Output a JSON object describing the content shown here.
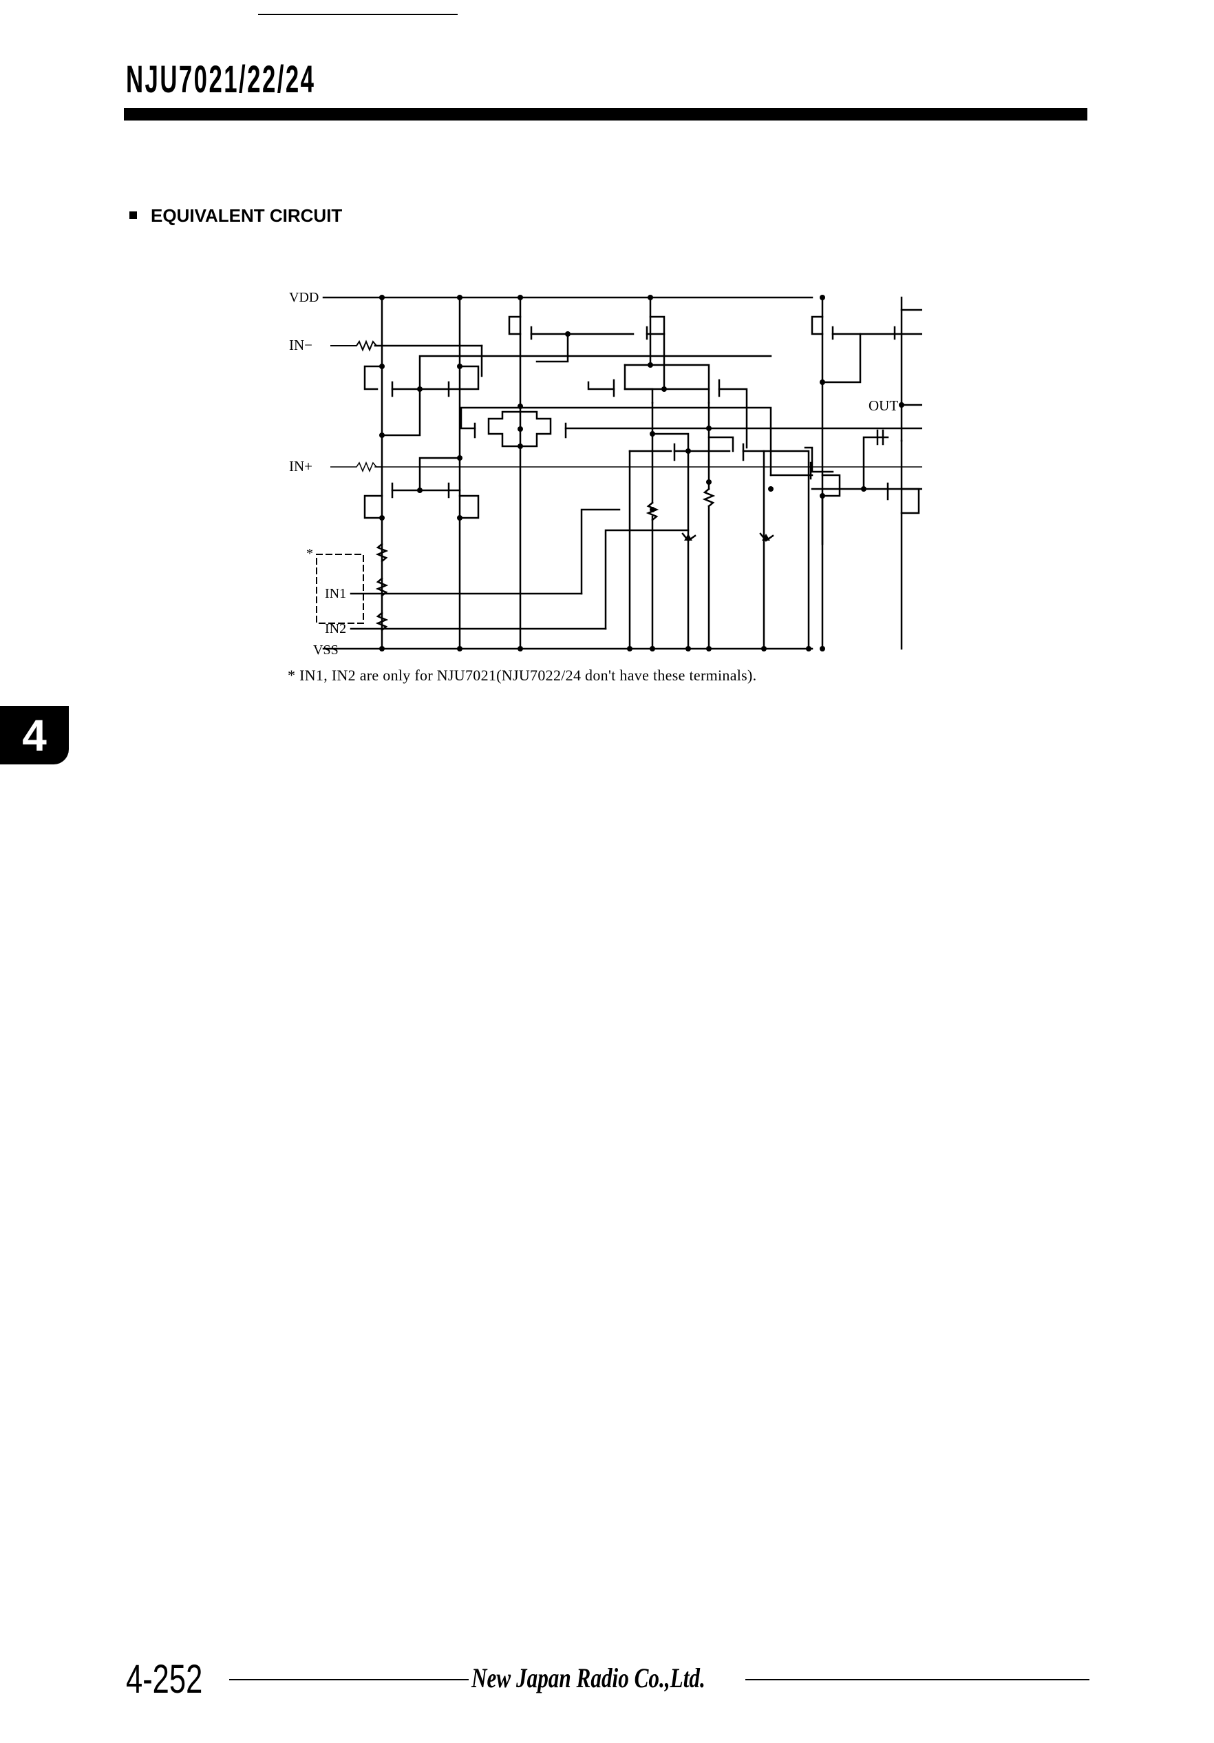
{
  "header": {
    "part_number": "NJU7021/22/24"
  },
  "section": {
    "bullet_icon": "square-bullet",
    "title": "EQUIVALENT CIRCUIT"
  },
  "circuit": {
    "labels": {
      "vdd": "VDD",
      "in_minus": "IN−",
      "in_plus": "IN+",
      "in1": "IN1",
      "in2": "IN2",
      "vss": "VSS",
      "out": "OUT",
      "asterisk": "*"
    },
    "components": {
      "transistors": "MOSFET",
      "resistors": "resistor",
      "zener_diodes": "zener-diode",
      "capacitor": "compensation-capacitor"
    }
  },
  "footnote": "* IN1, IN2 are only for NJU7021(NJU7022/24 don't have these terminals).",
  "chapter_tab": {
    "number": "4"
  },
  "footer": {
    "page_number": "4-252",
    "company": "New Japan Radio Co.,Ltd."
  },
  "colors": {
    "ink": "#000000",
    "paper": "#ffffff"
  }
}
